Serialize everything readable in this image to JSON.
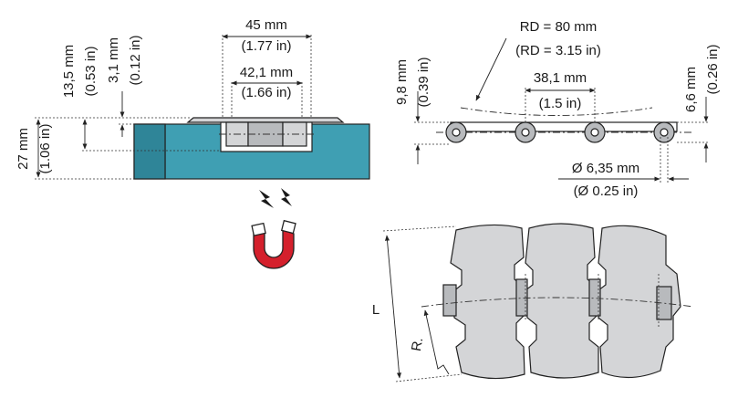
{
  "colors": {
    "rail": "#3f9fb3",
    "rail_dark": "#2f8598",
    "chain": "#d4d5d7",
    "chain_shadow": "#b8babd",
    "magnet": "#d4202c",
    "spark": "#1a1a1a"
  },
  "front_view": {
    "width_outer": "45 mm",
    "width_outer_in": "(1.77 in)",
    "width_inner": "42,1 mm",
    "width_inner_in": "(1.66 in)",
    "height_top": "13,5 mm",
    "height_top_in": "(0.53 in)",
    "plate_thickness": "3,1 mm",
    "plate_thickness_in": "(0.12 in)",
    "rail_height": "27 mm",
    "rail_height_in": "(1.06 in)"
  },
  "side_view": {
    "radius": "RD = 80 mm",
    "radius_in": "(RD = 3.15 in)",
    "pitch": "38,1 mm",
    "pitch_in": "(1.5 in)",
    "height": "9,8 mm",
    "height_in": "(0.39 in)",
    "thickness": "6,6 mm",
    "thickness_in": "(0.26 in)",
    "pin_diameter": "Ø 6,35 mm",
    "pin_diameter_in": "(Ø 0.25 in)"
  },
  "top_view": {
    "length_label": "L",
    "radius_label": "R."
  },
  "icons": [
    "magnet-icon",
    "lightning-icon"
  ]
}
